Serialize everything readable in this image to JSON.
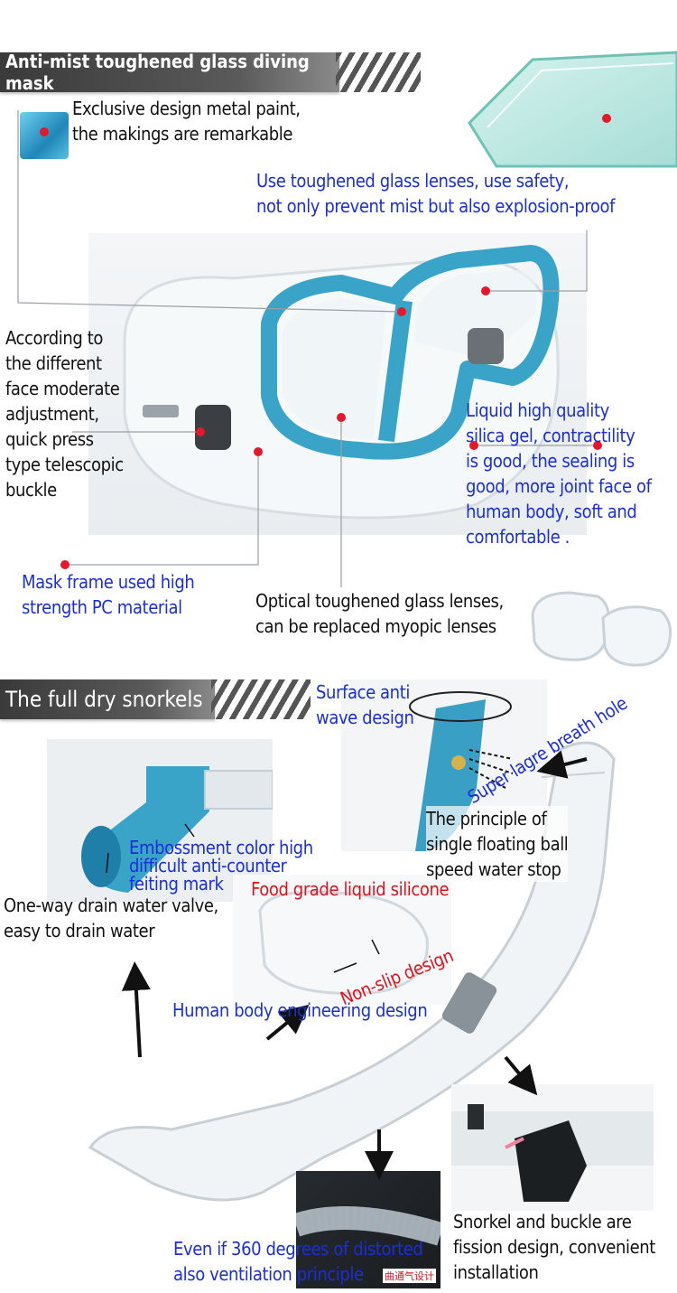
{
  "section1": {
    "title": "Anti-mist toughened glass diving mask",
    "callouts": {
      "metal_paint": [
        "Exclusive design metal paint,",
        " the makings are remarkable"
      ],
      "toughened_glass": [
        "Use toughened glass lenses, use safety,",
        "not only prevent mist but also explosion-proof"
      ],
      "adjustment": [
        " According to",
        "the different",
        "face moderate",
        "adjustment,",
        "quick press",
        "type telescopic",
        " buckle"
      ],
      "silica_gel": [
        "Liquid high quality",
        "silica gel, contractility",
        "is good, the sealing is",
        "good, more joint face of",
        "human body, soft and",
        "comfortable ."
      ],
      "pc_frame": [
        "Mask frame used high",
        "strength PC material"
      ],
      "optical_lens": [
        "Optical toughened glass lenses,",
        "can be replaced myopic lenses"
      ]
    }
  },
  "section2": {
    "title": "The full dry snorkels",
    "callouts": {
      "surface_anti": [
        "Surface anti",
        "wave  design"
      ],
      "breath_hole": "Super lagre breath hole",
      "floating_ball": [
        "The principle of",
        " single floating ball",
        " speed water stop"
      ],
      "embossment": [
        "Embossment color high",
        "difficult anti-counter",
        "feiting mark"
      ],
      "food_grade": "Food grade liquid silicone",
      "drain_valve": [
        "One-way drain water valve,",
        " easy to drain water"
      ],
      "non_slip": "Non-slip design",
      "engineering": "Human body engineering design",
      "snorkel_buckle": [
        "Snorkel and buckle are",
        "fission design, convenient",
        " installation"
      ],
      "ventilation": [
        "Even if 360 degrees of distorted",
        "also ventilation principle"
      ],
      "stamp": "曲通气设计"
    }
  },
  "colors": {
    "callout_blue": "#1a2fd6",
    "callout_red": "#e0121c",
    "marker": "#e4182a",
    "frame_blue": "#3aa3c8"
  }
}
